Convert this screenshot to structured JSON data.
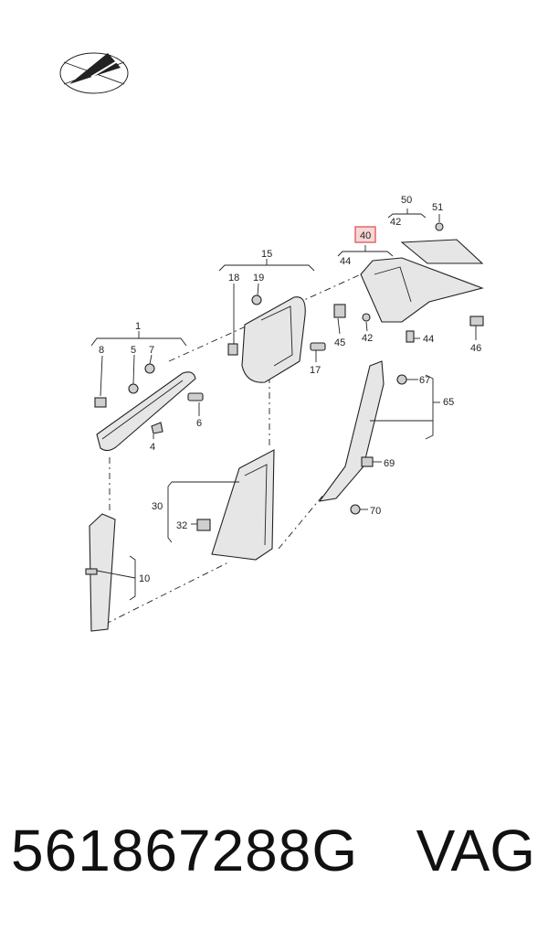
{
  "callouts": {
    "c1": "1",
    "c4": "4",
    "c5": "5",
    "c6": "6",
    "c7": "7",
    "c8": "8",
    "c10": "10",
    "c15": "15",
    "c17": "17",
    "c18": "18",
    "c19": "19",
    "c30": "30",
    "c32": "32",
    "c40": "40",
    "c42a": "42",
    "c42b": "42",
    "c44a": "44",
    "c44b": "44",
    "c45": "45",
    "c46": "46",
    "c50": "50",
    "c51": "51",
    "c65": "65",
    "c67": "67",
    "c69": "69",
    "c70": "70"
  },
  "highlight": {
    "callout": "40",
    "color": "#e05555"
  },
  "icons": [
    "compass-logo-icon"
  ],
  "footer": {
    "part_number": "561867288G",
    "brand": "VAG"
  }
}
